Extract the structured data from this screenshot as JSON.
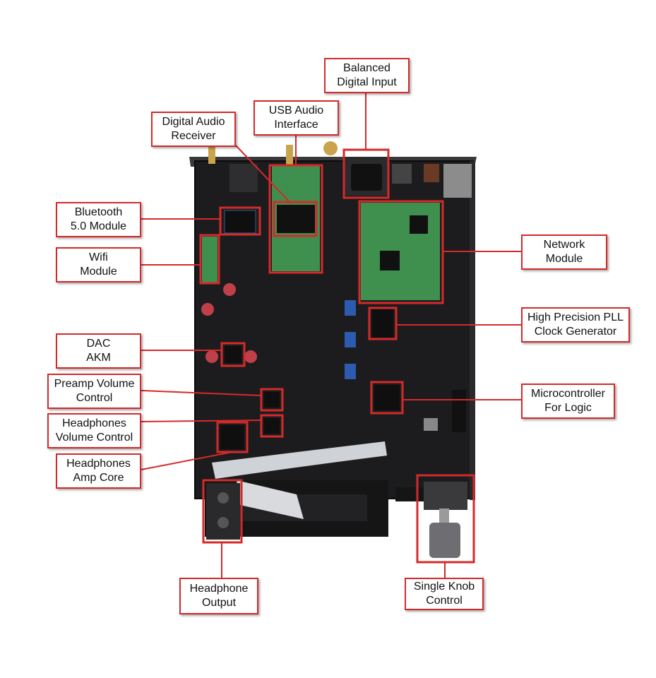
{
  "colors": {
    "callout": "#d42a2a",
    "board": "#1c1c1e",
    "board_dark": "#0f0f10",
    "module_green": "#3f8f4f",
    "chassis": "#2a2a2c"
  },
  "labels": [
    {
      "id": "balanced-digital-input",
      "lines": [
        "Balanced",
        "Digital Input"
      ]
    },
    {
      "id": "usb-audio-interface",
      "lines": [
        "USB Audio",
        "Interface"
      ]
    },
    {
      "id": "digital-audio-receiver",
      "lines": [
        "Digital Audio",
        "Receiver"
      ]
    },
    {
      "id": "bluetooth-module",
      "lines": [
        "Bluetooth",
        "5.0 Module"
      ]
    },
    {
      "id": "wifi-module",
      "lines": [
        "Wifi",
        "Module"
      ]
    },
    {
      "id": "network-module",
      "lines": [
        "Network",
        "Module"
      ]
    },
    {
      "id": "pll-clock-generator",
      "lines": [
        "High Precision PLL",
        "Clock Generator"
      ]
    },
    {
      "id": "dac-akm",
      "lines": [
        "DAC",
        "AKM"
      ]
    },
    {
      "id": "microcontroller",
      "lines": [
        "Microcontroller",
        "For Logic"
      ]
    },
    {
      "id": "preamp-volume-control",
      "lines": [
        "Preamp Volume",
        "Control"
      ]
    },
    {
      "id": "headphones-volume-control",
      "lines": [
        "Headphones",
        "Volume Control"
      ]
    },
    {
      "id": "headphones-amp-core",
      "lines": [
        "Headphones",
        "Amp Core"
      ]
    },
    {
      "id": "headphone-output",
      "lines": [
        "Headphone",
        "Output"
      ]
    },
    {
      "id": "single-knob-control",
      "lines": [
        "Single Knob",
        "Control"
      ]
    }
  ]
}
